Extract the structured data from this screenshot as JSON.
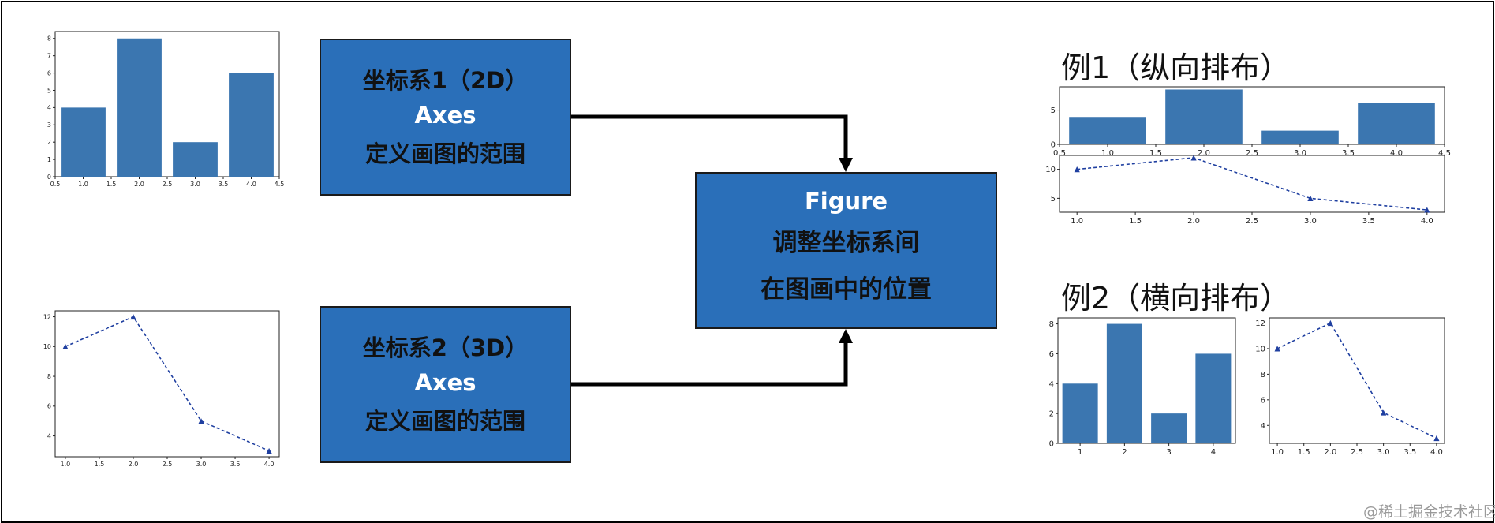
{
  "boxes": {
    "axes_2d": {
      "line1": "坐标系1（2D）",
      "line2": "Axes",
      "line3": "定义画图的范围"
    },
    "axes_3d": {
      "line1": "坐标系2（3D）",
      "line2": "Axes",
      "line3": "定义画图的范围"
    },
    "figure": {
      "line1": "Figure",
      "line2": "调整坐标系间",
      "line3": "在图画中的位置"
    }
  },
  "examples": {
    "vertical_title": "例1（纵向排布）",
    "horizontal_title": "例2（横向排布）"
  },
  "watermark": "@稀土掘金技术社区",
  "colors": {
    "box_fill": "#2a6fb9",
    "bar_fill": "#3b76b0",
    "line_color": "#1f3fa0"
  },
  "chart_data": [
    {
      "id": "left_bar",
      "type": "bar",
      "x": [
        1,
        2,
        3,
        4
      ],
      "values": [
        4,
        8,
        2,
        6
      ],
      "xlim": [
        0.5,
        4.5
      ],
      "ylim": [
        0,
        8.4
      ],
      "xticks": [
        "0.5",
        "1.0",
        "1.5",
        "2.0",
        "2.5",
        "3.0",
        "3.5",
        "4.0",
        "4.5"
      ],
      "yticks": [
        "0",
        "1",
        "2",
        "3",
        "4",
        "5",
        "6",
        "7",
        "8"
      ]
    },
    {
      "id": "left_line",
      "type": "line",
      "x": [
        1,
        2,
        3,
        4
      ],
      "values": [
        10,
        12,
        5,
        3
      ],
      "xlim": [
        0.85,
        4.15
      ],
      "ylim": [
        2.6,
        12.4
      ],
      "xticks": [
        "1.0",
        "1.5",
        "2.0",
        "2.5",
        "3.0",
        "3.5",
        "4.0"
      ],
      "yticks": [
        "4",
        "6",
        "8",
        "10",
        "12"
      ]
    },
    {
      "id": "ex1_bar",
      "type": "bar",
      "x": [
        1,
        2,
        3,
        4
      ],
      "values": [
        4,
        8,
        2,
        6
      ],
      "xlim": [
        0.5,
        4.5
      ],
      "ylim": [
        0,
        8.4
      ],
      "xticks": [
        "0.5",
        "1.0",
        "1.5",
        "2.0",
        "2.5",
        "3.0",
        "3.5",
        "4.0",
        "4.5"
      ],
      "yticks": [
        "0",
        "5"
      ]
    },
    {
      "id": "ex1_line",
      "type": "line",
      "x": [
        1,
        2,
        3,
        4
      ],
      "values": [
        10,
        12,
        5,
        3
      ],
      "xlim": [
        0.85,
        4.15
      ],
      "ylim": [
        2.6,
        12.4
      ],
      "xticks": [
        "1.0",
        "1.5",
        "2.0",
        "2.5",
        "3.0",
        "3.5",
        "4.0"
      ],
      "yticks": [
        "5",
        "10"
      ]
    },
    {
      "id": "ex2_bar",
      "type": "bar",
      "x": [
        1,
        2,
        3,
        4
      ],
      "values": [
        4,
        8,
        2,
        6
      ],
      "xlim": [
        0.5,
        4.5
      ],
      "ylim": [
        0,
        8.4
      ],
      "xticks": [
        "1",
        "2",
        "3",
        "4"
      ],
      "yticks": [
        "0",
        "2",
        "4",
        "6",
        "8"
      ]
    },
    {
      "id": "ex2_line",
      "type": "line",
      "x": [
        1,
        2,
        3,
        4
      ],
      "values": [
        10,
        12,
        5,
        3
      ],
      "xlim": [
        0.85,
        4.15
      ],
      "ylim": [
        2.6,
        12.4
      ],
      "xticks": [
        "1.0",
        "1.5",
        "2.0",
        "2.5",
        "3.0",
        "3.5",
        "4.0"
      ],
      "yticks": [
        "4",
        "6",
        "8",
        "10",
        "12"
      ]
    }
  ]
}
